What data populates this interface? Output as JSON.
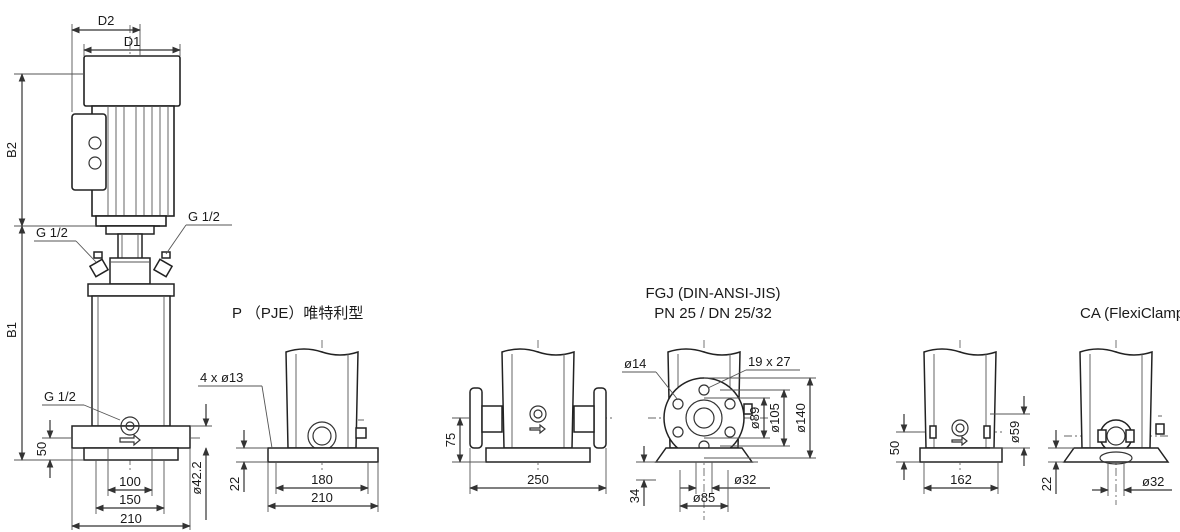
{
  "titles": {
    "p": "P （PJE）唯特利型",
    "fgj_line1": "FGJ (DIN-ANSI-JIS)",
    "fgj_line2": "PN 25 / DN 25/32",
    "ca": "CA (FlexiClamp)"
  },
  "dims": {
    "d2": "D2",
    "d1": "D1",
    "b2": "B2",
    "b1": "B1",
    "g_left": "G 1/2",
    "g_right": "G 1/2",
    "g_bottom": "G 1/2",
    "main_50": "50",
    "main_100": "100",
    "main_150": "150",
    "main_210": "210",
    "main_42": "ø42.2",
    "p_holes": "4 x ø13",
    "p_22": "22",
    "p_180": "180",
    "p_210": "210",
    "f_75": "75",
    "f_250": "250",
    "f_34": "34",
    "f_14": "ø14",
    "f_19x27": "19 x 27",
    "f_89": "ø89",
    "f_105": "ø105",
    "f_140": "ø140",
    "f_32": "ø32",
    "f_85": "ø85",
    "c_50": "50",
    "c_162": "162",
    "c_59": "ø59",
    "c_22": "22",
    "c_32": "ø32"
  }
}
